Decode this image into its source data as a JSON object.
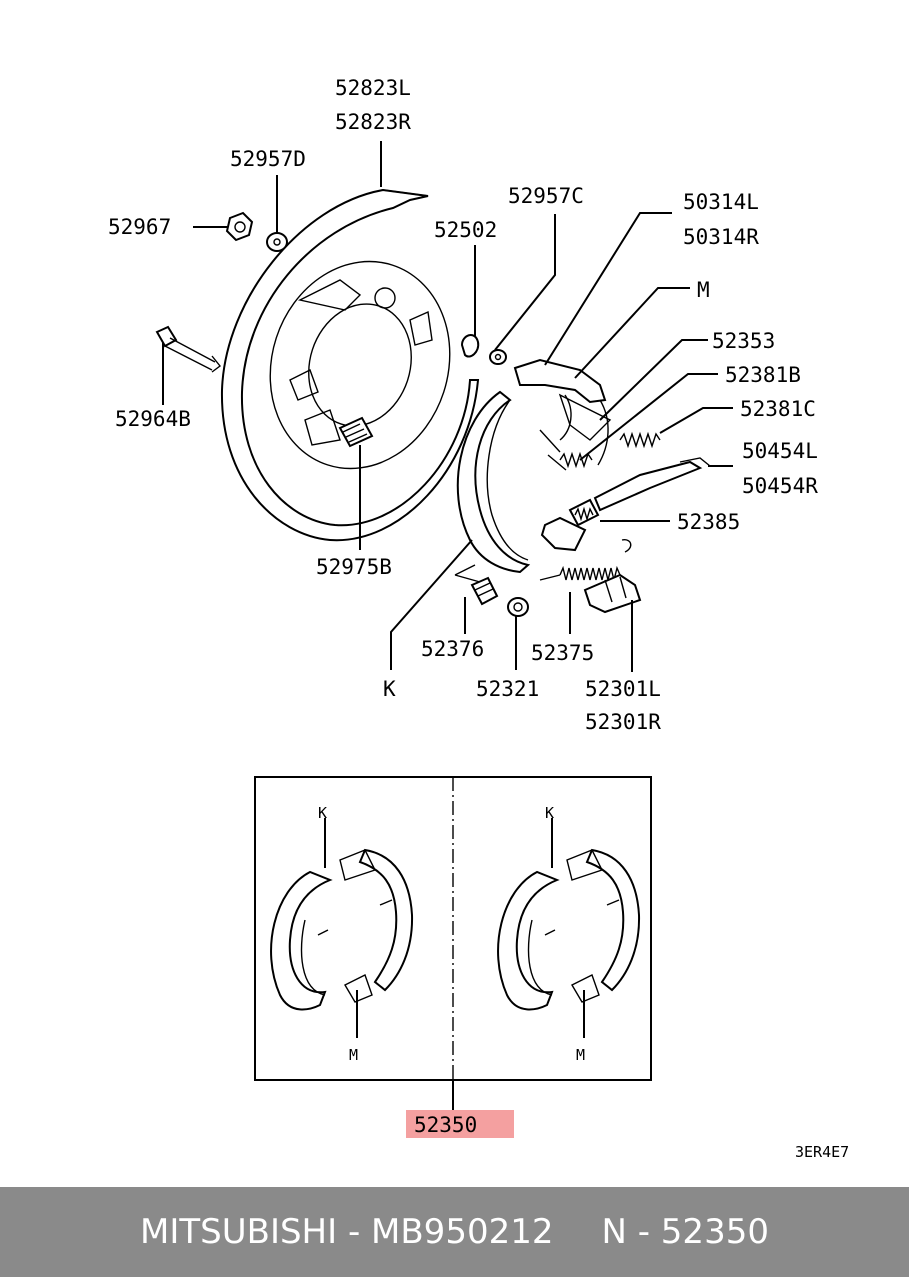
{
  "labels": {
    "p52823L": "52823L",
    "p52823R": "52823R",
    "p52957D": "52957D",
    "p52967": "52967",
    "p52964B": "52964B",
    "p52502": "52502",
    "p52957C": "52957C",
    "p50314L": "50314L",
    "p50314R": "50314R",
    "pM": "M",
    "p52353": "52353",
    "p52381B": "52381B",
    "p52381C": "52381C",
    "p50454L": "50454L",
    "p50454R": "50454R",
    "p52385": "52385",
    "p52975B": "52975B",
    "p52376": "52376",
    "p52375": "52375",
    "pK": "K",
    "p52321": "52321",
    "p52301L": "52301L",
    "p52301R": "52301R",
    "kitK1": "K",
    "kitM1": "M",
    "kitK2": "K",
    "kitM2": "M",
    "kitNumber": "52350",
    "diagramCode": "3ER4E7"
  },
  "footer": {
    "brand_part": "MITSUBISHI - MB950212",
    "ref": "N - 52350"
  },
  "colors": {
    "highlight": "#f4a0a0",
    "footer_bg": "#8a8a8a",
    "footer_text": "#ffffff"
  }
}
